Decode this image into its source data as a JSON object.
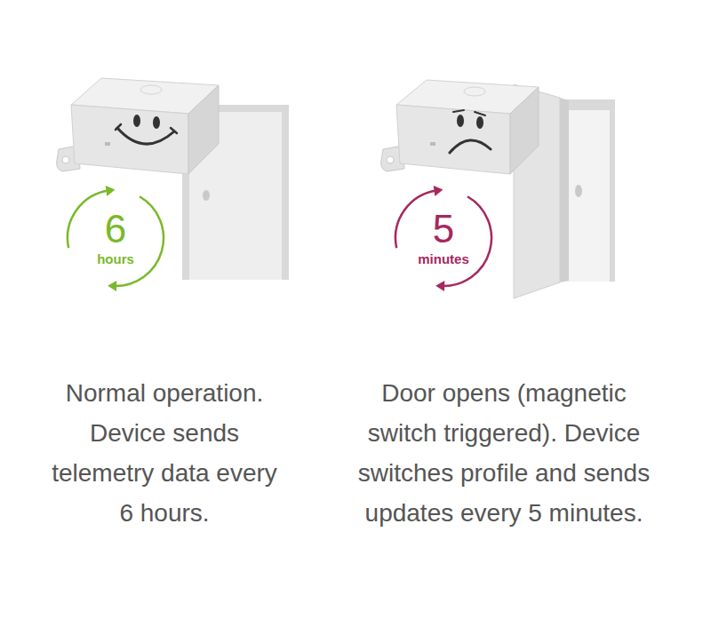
{
  "diagram": {
    "nodes": [
      {
        "text": [
          "6",
          "hours"
        ]
      },
      {
        "text": [
          "5",
          "minutes"
        ]
      }
    ],
    "labels": [
      "Normal operation. Device sends telemetry data every 6 hours.",
      "Door opens (magnetic switch triggered). Device switches profile and sends updates every 5 minutes."
    ]
  }
}
